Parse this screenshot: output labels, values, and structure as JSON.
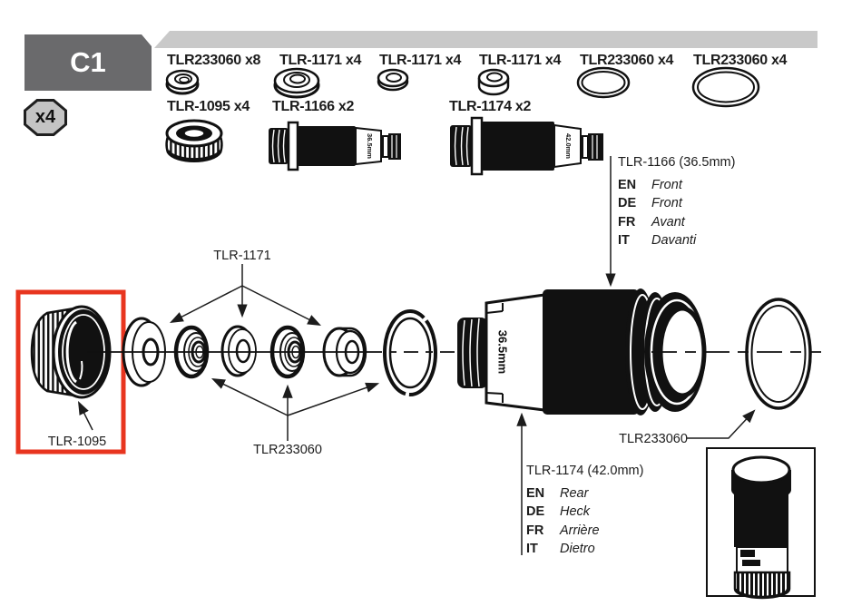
{
  "badge": {
    "flag_label": "C1",
    "multiplier": "x4"
  },
  "header_parts": [
    {
      "label": "TLR233060 x8",
      "glyph": "grommet-small"
    },
    {
      "label": "TLR-1171 x4",
      "glyph": "washer-flanged"
    },
    {
      "label": "TLR-1171 x4",
      "glyph": "washer-small"
    },
    {
      "label": "TLR-1171 x4",
      "glyph": "washer-thick"
    },
    {
      "label": "TLR233060 x4",
      "glyph": "oring-medium"
    },
    {
      "label": "TLR233060 x4",
      "glyph": "oring-large"
    }
  ],
  "row2_parts": [
    {
      "label": "TLR-1095 x4",
      "glyph": "shock-cap"
    },
    {
      "label": "TLR-1166 x2",
      "glyph": "shock-body",
      "size": "36.5mm"
    },
    {
      "label": "TLR-1174 x2",
      "glyph": "shock-body",
      "size": "42.0mm"
    }
  ],
  "diagram": {
    "callout_washers": "TLR-1171",
    "callout_cap": "TLR-1095",
    "callout_seals": "TLR233060",
    "callout_oring": "TLR233060",
    "body_size": "36.5mm"
  },
  "annotations": {
    "front": {
      "title": "TLR-1166 (36.5mm)",
      "rows": [
        {
          "code": "EN",
          "value": "Front"
        },
        {
          "code": "DE",
          "value": "Front"
        },
        {
          "code": "FR",
          "value": "Avant"
        },
        {
          "code": "IT",
          "value": "Davanti"
        }
      ]
    },
    "rear": {
      "title": "TLR-1174 (42.0mm)",
      "rows": [
        {
          "code": "EN",
          "value": "Rear"
        },
        {
          "code": "DE",
          "value": "Heck"
        },
        {
          "code": "FR",
          "value": "Arrière"
        },
        {
          "code": "IT",
          "value": "Dietro"
        }
      ]
    }
  },
  "colors": {
    "accent_red": "#e8351f",
    "bar_gray": "#c9c9c9",
    "flag_gray": "#6a6a6c"
  }
}
